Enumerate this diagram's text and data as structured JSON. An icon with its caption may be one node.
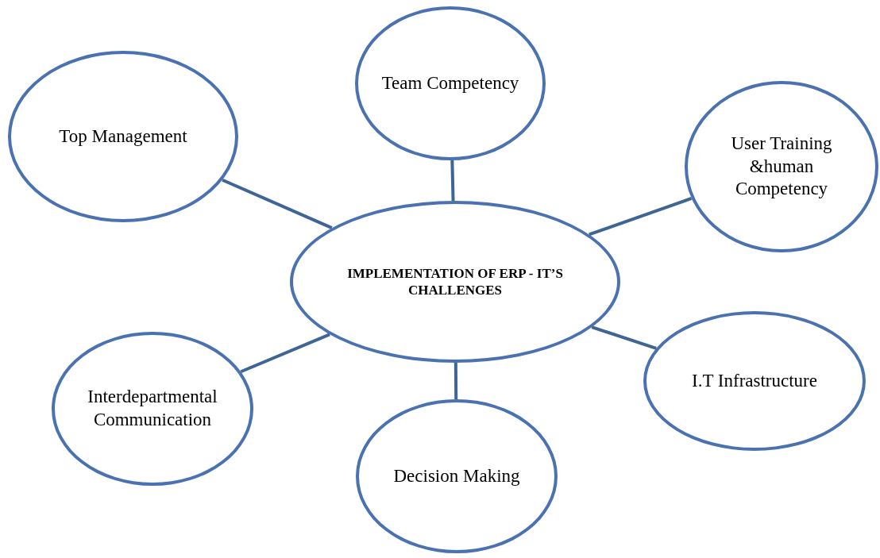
{
  "diagram": {
    "nodes": [
      {
        "text": [
          "Team Competency"
        ]
      },
      {
        "text": [
          "Top Management"
        ]
      },
      {
        "text": [
          "User Training &human Competency"
        ]
      },
      {
        "text": [
          "IMPLEMENTATION OF ERP - IT’S CHALLENGES"
        ]
      },
      {
        "text": [
          "I.T Infrastructure"
        ]
      },
      {
        "text": [
          "Interdepartmental Communication"
        ]
      },
      {
        "text": [
          "Decision Making"
        ]
      }
    ],
    "edges": [
      {
        "from": 3,
        "to": 0,
        "arrow": "none"
      },
      {
        "from": 3,
        "to": 1,
        "arrow": "none"
      },
      {
        "from": 3,
        "to": 2,
        "arrow": "none"
      },
      {
        "from": 3,
        "to": 4,
        "arrow": "none"
      },
      {
        "from": 3,
        "to": 5,
        "arrow": "none"
      },
      {
        "from": 3,
        "to": 6,
        "arrow": "none"
      }
    ]
  }
}
